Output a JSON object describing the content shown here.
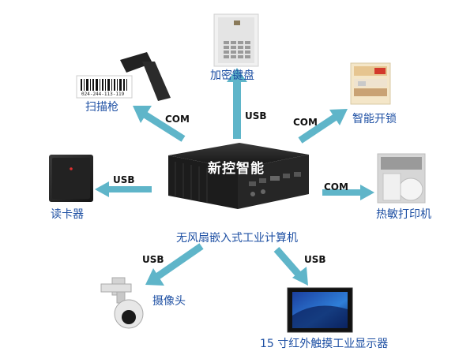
{
  "center": {
    "title": "新控智能",
    "caption": "无风扇嵌入式工业计算机"
  },
  "devices": {
    "keypad": "加密键盘",
    "scanner": "扫描枪",
    "lock": "智能开锁",
    "card_reader": "读卡器",
    "printer": "热敏打印机",
    "camera": "摄像头",
    "touchscreen": "15 寸红外触摸工业显示器"
  },
  "barcode_text": "024-244-113-119",
  "connections": {
    "keypad": "USB",
    "scanner": "COM",
    "lock": "COM",
    "card_reader": "USB",
    "printer": "COM",
    "camera": "USB",
    "touchscreen": "USB"
  },
  "colors": {
    "arrow": "#5fb5c9",
    "label": "#1d4fa3",
    "pc_body": "#1a1a1a"
  }
}
